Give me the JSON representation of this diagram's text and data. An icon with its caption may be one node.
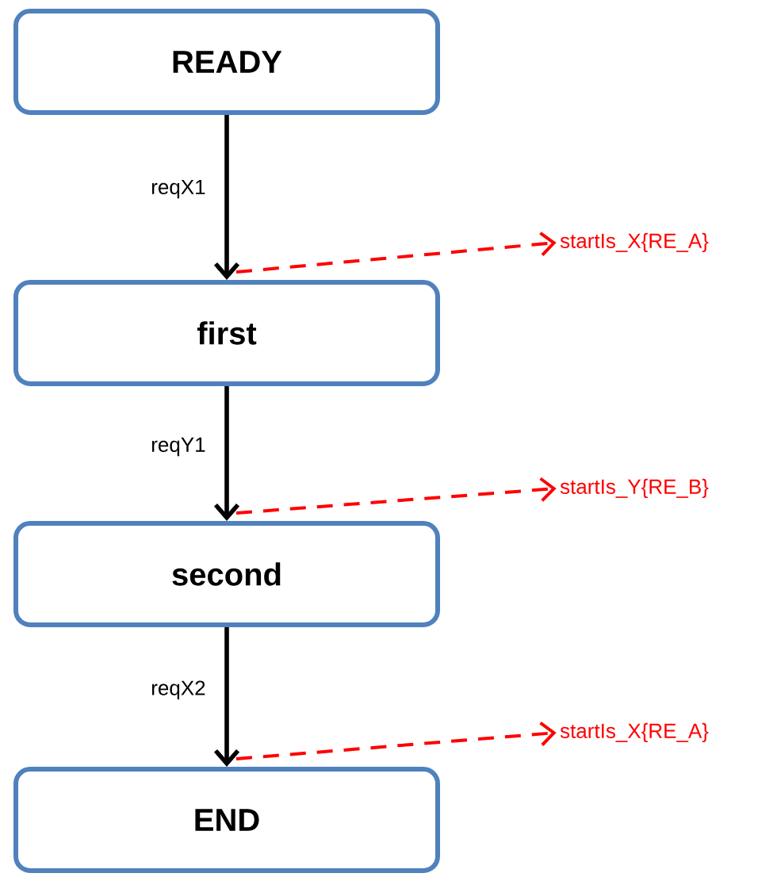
{
  "diagram": {
    "nodes": [
      {
        "text": [
          "READY"
        ]
      },
      {
        "text": [
          "first"
        ]
      },
      {
        "text": [
          "second"
        ]
      },
      {
        "text": [
          "END"
        ]
      },
      {
        "text": [
          "startIs_X{RE_A}"
        ]
      },
      {
        "text": [
          "startIs_Y{RE_B}"
        ]
      },
      {
        "text": [
          "startIs_X{RE_A}"
        ]
      }
    ],
    "edges": [
      {
        "from": 0,
        "to": 1,
        "arrow": "to",
        "label": "reqX1"
      },
      {
        "from": 1,
        "to": 2,
        "arrow": "to",
        "label": "reqY1"
      },
      {
        "from": 2,
        "to": 3,
        "arrow": "to",
        "label": "reqX2"
      },
      {
        "from": 1,
        "to": 4,
        "arrow": "to",
        "style": "dashed",
        "color": "#ff0000"
      },
      {
        "from": 2,
        "to": 5,
        "arrow": "to",
        "style": "dashed",
        "color": "#ff0000"
      },
      {
        "from": 3,
        "to": 6,
        "arrow": "to",
        "style": "dashed",
        "color": "#ff0000"
      }
    ]
  }
}
